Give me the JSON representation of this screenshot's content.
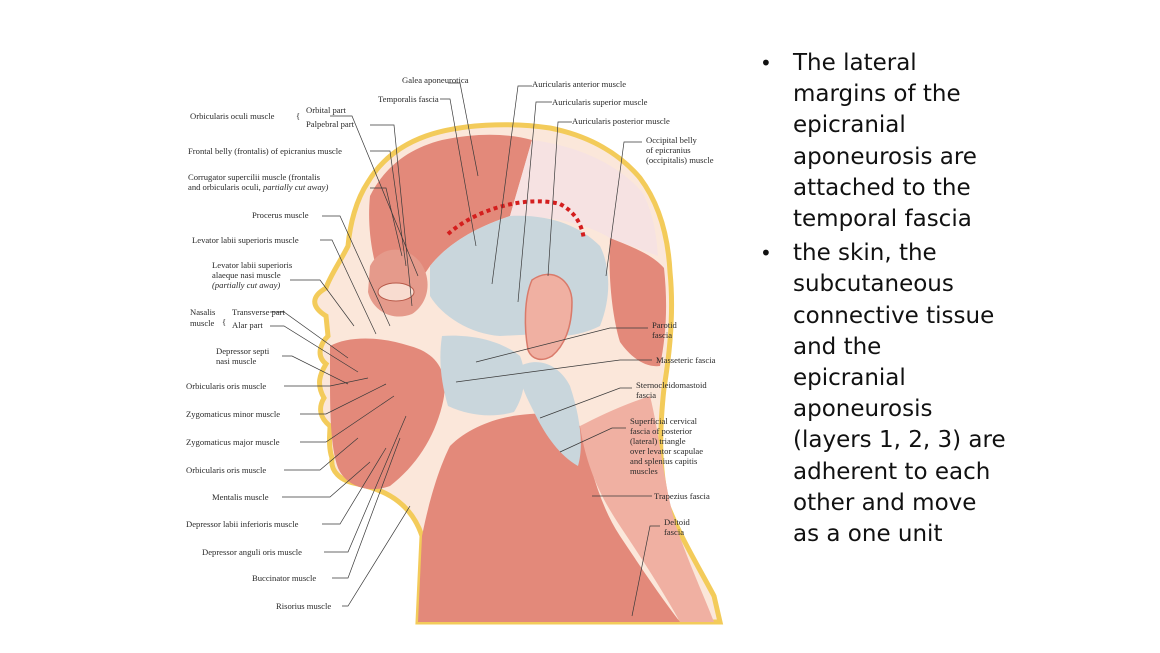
{
  "colors": {
    "muscle": "#e3897a",
    "muscle_light": "#f0b0a2",
    "fascia": "#c9d6dc",
    "yellow_outline": "#f3cb5a",
    "skin": "#fbe7da",
    "dotted_marker": "#d41e1e"
  },
  "figure_labels": {
    "galea": "Galea aponeurotica",
    "temporalis_fascia": "Temporalis fascia",
    "aur_anterior": "Auricularis anterior muscle",
    "aur_superior": "Auricularis superior muscle",
    "aur_posterior": "Auricularis posterior muscle",
    "occipital_1": "Occipital belly",
    "occipital_2": "of epicranius",
    "occipital_3": "(occipitalis) muscle",
    "orb_oculi": "Orbicularis oculi muscle",
    "orbital_part": "Orbital part",
    "palpebral_part": "Palpebral part",
    "frontal_belly": "Frontal belly (frontalis) of epicranius muscle",
    "corrugator_1": "Corrugator supercilii muscle (frontalis",
    "corrugator_2": "and orbicularis oculi,",
    "corrugator_2i": "partially cut away)",
    "procerus": "Procerus muscle",
    "levator_labii": "Levator labii superioris muscle",
    "levator_alaeque_1": "Levator labii superioris",
    "levator_alaeque_2": "alaeque nasi muscle",
    "levator_alaeque_3": "(partially cut away)",
    "nasalis_1": "Nasalis",
    "nasalis_2": "muscle",
    "transverse_part": "Transverse part",
    "alar_part": "Alar part",
    "dep_septi_1": "Depressor septi",
    "dep_septi_2": "nasi muscle",
    "orb_oris_1": "Orbicularis oris muscle",
    "zyg_minor": "Zygomaticus minor muscle",
    "zyg_major": "Zygomaticus major muscle",
    "orb_oris_2": "Orbicularis oris muscle",
    "mentalis": "Mentalis muscle",
    "dep_labii": "Depressor labii inferioris muscle",
    "dep_anguli": "Depressor anguli oris muscle",
    "buccinator": "Buccinator muscle",
    "risorius": "Risorius muscle",
    "parotid_1": "Parotid",
    "parotid_2": "fascia",
    "masseteric": "Masseteric fascia",
    "scm_1": "Sternocleidomastoid",
    "scm_2": "fascia",
    "sup_cerv_1": "Superficial cervical",
    "sup_cerv_2": "fascia of posterior",
    "sup_cerv_3": "(lateral) triangle",
    "sup_cerv_4": "over levator scapulae",
    "sup_cerv_5": "and splenius capitis",
    "sup_cerv_6": "muscles",
    "trapezius": "Trapezius fascia",
    "deltoid_1": "Deltoid",
    "deltoid_2": "fascia"
  },
  "bullets": [
    {
      "marker": "•",
      "lines": [
        "The lateral",
        "margins of the",
        "epicranial",
        "aponeurosis are",
        "attached to the",
        "temporal fascia"
      ]
    },
    {
      "marker": "•",
      "lines": [
        "the skin, the",
        "subcutaneous",
        "connective tissue",
        "and the",
        "epicranial",
        "aponeurosis",
        "(layers 1, 2, 3) are",
        "adherent to each",
        "other and move",
        "as a one  unit"
      ]
    }
  ]
}
